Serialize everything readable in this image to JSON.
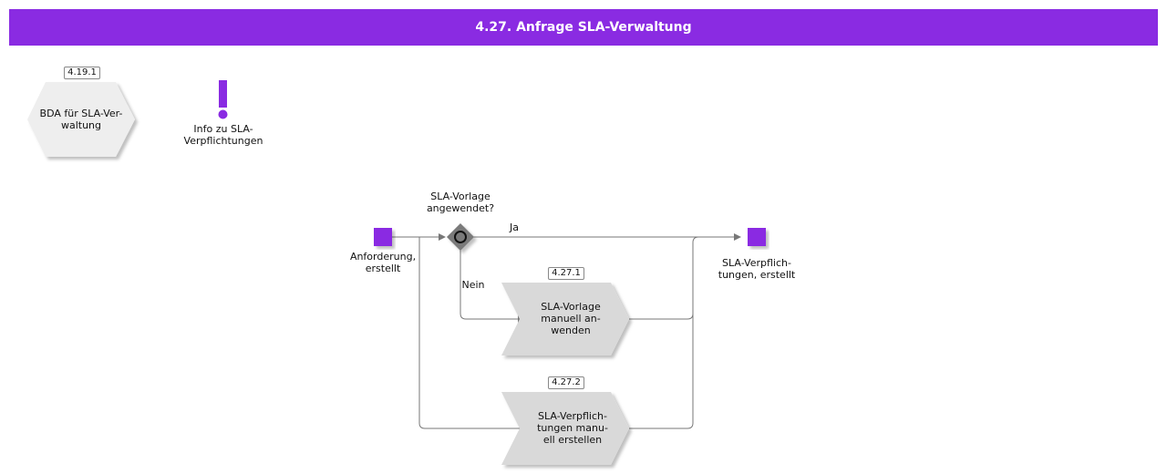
{
  "title": "4.27. Anfrage SLA-Verwaltung",
  "top_left": {
    "ref_id": "4.19.1",
    "hex_label_1": "BDA für SLA-Ver-",
    "hex_label_2": "waltung",
    "info_label_1": "Info zu SLA-",
    "info_label_2": "Verpflichtungen"
  },
  "flow": {
    "start_event_1": "Anforderung,",
    "start_event_2": "erstellt",
    "gateway_q_1": "SLA-Vorlage",
    "gateway_q_2": "angewendet?",
    "edge_yes": "Ja",
    "edge_no": "Nein",
    "end_event_1": "SLA-Verpflich-",
    "end_event_2": "tungen, erstellt",
    "task1_id": "4.27.1",
    "task1_l1": "SLA-Vorlage",
    "task1_l2": "manuell an-",
    "task1_l3": "wenden",
    "task2_id": "4.27.2",
    "task2_l1": "SLA-Verpflich-",
    "task2_l2": "tungen manu-",
    "task2_l3": "ell erstellen"
  },
  "colors": {
    "accent": "#8a2be2",
    "shape_fill": "#d9d9d9",
    "hex_fill": "#eeeeee",
    "line": "#777777"
  }
}
